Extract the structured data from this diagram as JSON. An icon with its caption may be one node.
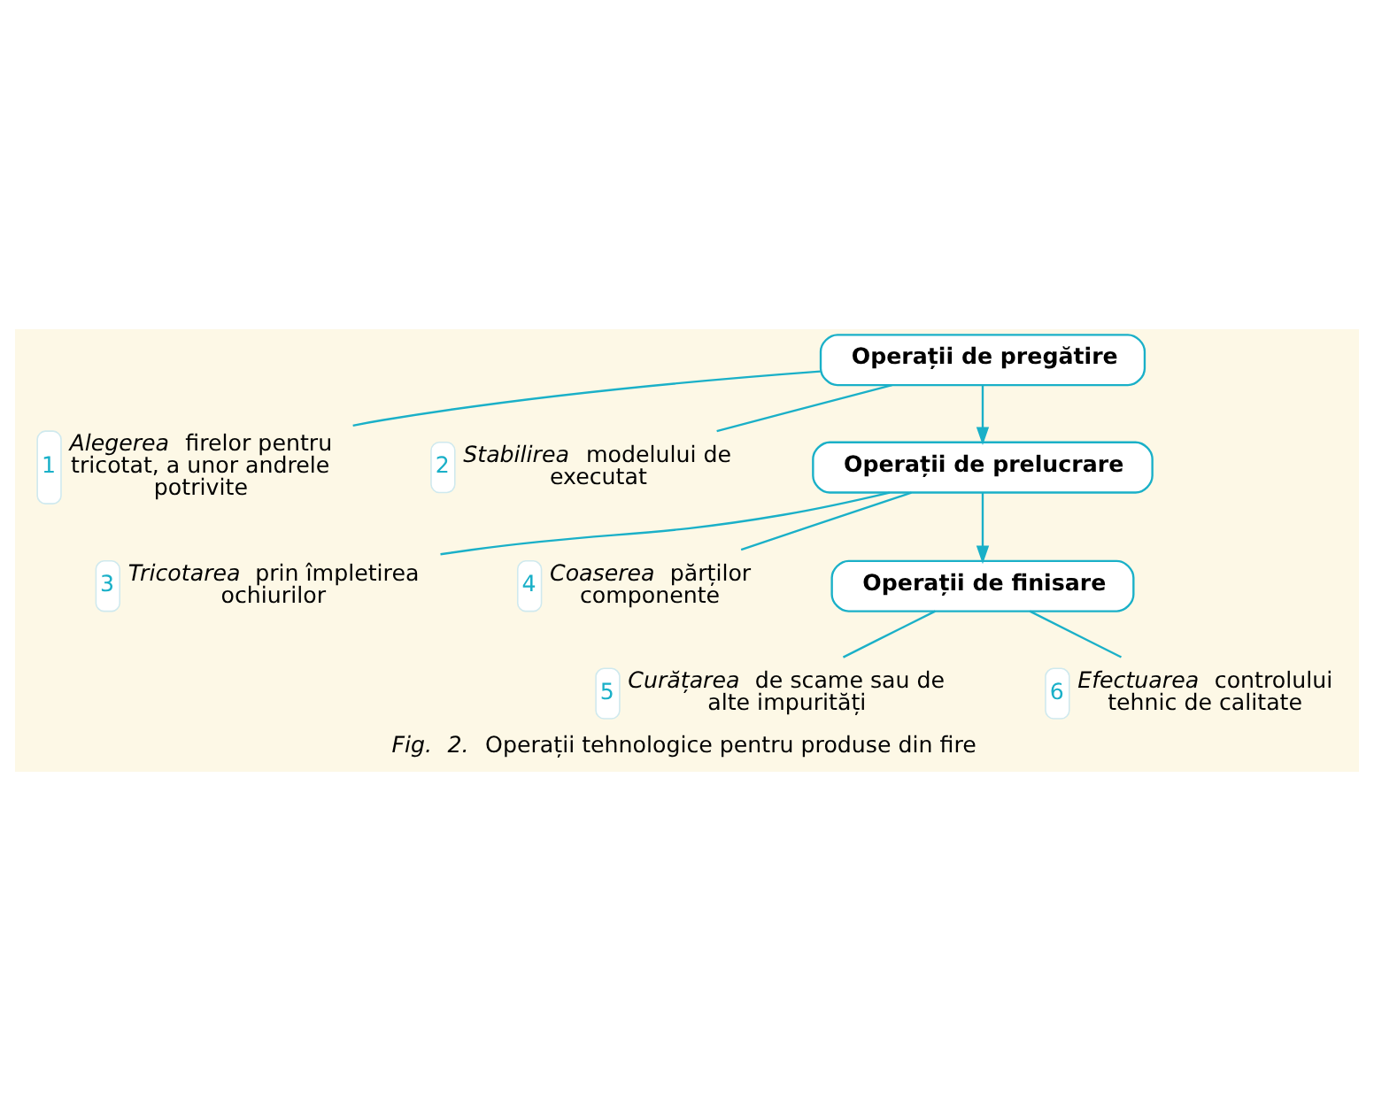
{
  "diagram": {
    "caption": "*Fig. 2.* Operații tehnologice pentru produse din fire",
    "nodes": [
      {
        "text": [
          "Operații de pregătire"
        ]
      },
      {
        "text": [
          "1",
          "*Alegerea* firelor pentru tricotat, a unor andrele potrivite"
        ]
      },
      {
        "text": [
          "2",
          "*Stabilirea* modelului de executat"
        ]
      },
      {
        "text": [
          "Operații de prelucrare"
        ]
      },
      {
        "text": [
          "3",
          "*Tricotarea* prin împletirea ochiurilor"
        ]
      },
      {
        "text": [
          "4",
          "*Coaserea* părților componente"
        ]
      },
      {
        "text": [
          "Operații de finisare"
        ]
      },
      {
        "text": [
          "5",
          "*Curățarea* de scame sau de alte impurități"
        ]
      },
      {
        "text": [
          "6",
          "*Efectuarea* controlului tehnic de calitate"
        ]
      }
    ],
    "edges": [
      {
        "from": 0,
        "to": 1,
        "arrow": "none"
      },
      {
        "from": 0,
        "to": 2,
        "arrow": "none"
      },
      {
        "from": 0,
        "to": 3,
        "arrow": "to"
      },
      {
        "from": 3,
        "to": 4,
        "arrow": "none"
      },
      {
        "from": 3,
        "to": 5,
        "arrow": "none"
      },
      {
        "from": 3,
        "to": 6,
        "arrow": "to"
      },
      {
        "from": 6,
        "to": 7,
        "arrow": "none"
      },
      {
        "from": 6,
        "to": 8,
        "arrow": "none"
      }
    ]
  }
}
